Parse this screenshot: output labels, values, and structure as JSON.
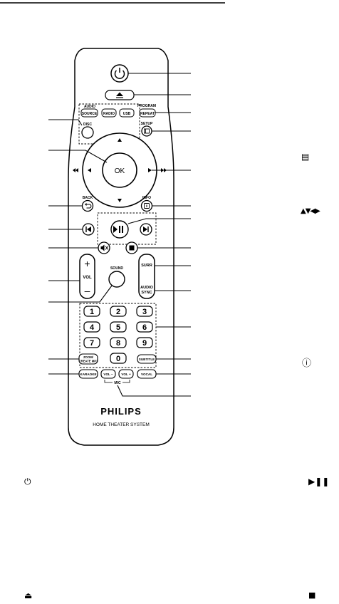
{
  "remote": {
    "labels": {
      "audio_source_top": "AUDIO",
      "source": "SOURCE",
      "radio": "RADIO",
      "usb": "USB",
      "program": "PROGRAM",
      "repeat": "REPEAT",
      "disc": "DISC",
      "setup": "SETUP",
      "ok": "OK",
      "back": "BACK",
      "info": "INFO",
      "sound": "SOUND",
      "vol": "VOL",
      "vol_plus": "+",
      "vol_minus": "–",
      "surr": "SURR",
      "audio": "AUDIO",
      "sync": "SYNC",
      "zoom": "ZOOM/",
      "create_mp3": "CREATE MP3",
      "subtitle": "SUBTITLE",
      "karaoke": "KARAOKE",
      "vocal": "VOCAL",
      "mic_vol_minus": "VOL –",
      "mic_vol_plus": "VOL +",
      "mic": "MIC",
      "brand": "PHILIPS",
      "model": "HOME THEATER SYSTEM"
    },
    "numbers": [
      "1",
      "2",
      "3",
      "4",
      "5",
      "6",
      "7",
      "8",
      "9",
      "0"
    ]
  },
  "side_icons": {
    "setup": "▤",
    "nav_arrows": "▲▼◀▶",
    "info": "ⓘ",
    "play_pause": "▶❚❚",
    "power": "⏻",
    "eject": "⏏",
    "stop": "■"
  }
}
